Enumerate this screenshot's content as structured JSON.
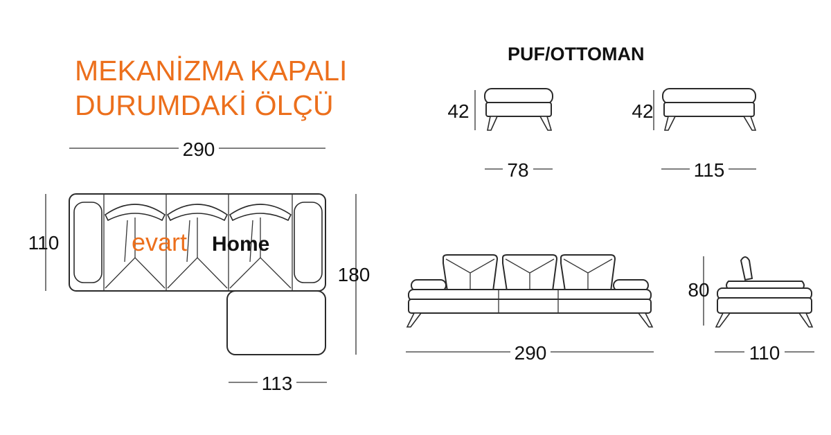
{
  "heading": {
    "line1": "MEKANİZMA KAPALI",
    "line2": "DURUMDAKİ ÖLÇÜ"
  },
  "ottoman_title": "PUF/OTTOMAN",
  "logo": {
    "part1": "evart",
    "part2": "Home"
  },
  "dimensions": {
    "top_width": "290",
    "depth_left": "110",
    "depth_right": "180",
    "chaise_width": "113",
    "ottoman_small_height": "42",
    "ottoman_small_width": "78",
    "ottoman_large_height": "42",
    "ottoman_large_width": "115",
    "front_width": "290",
    "side_height": "80",
    "side_width": "110"
  }
}
